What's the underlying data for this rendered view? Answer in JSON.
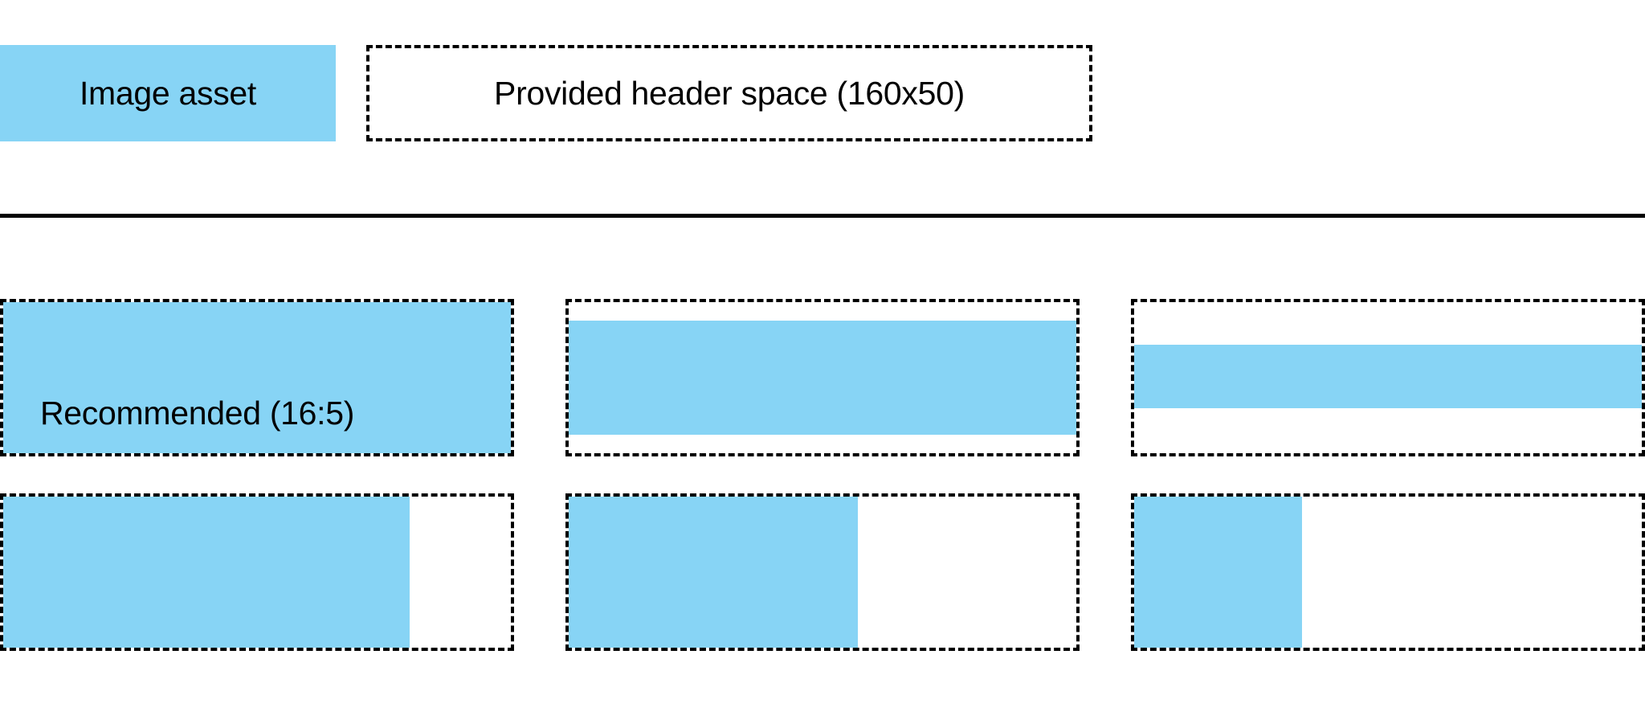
{
  "colors": {
    "asset_blue": "#87d4f5",
    "stroke_black": "#000000",
    "background": "#ffffff"
  },
  "header": {
    "asset_swatch_label": "Image asset",
    "provided_space_label": "Provided header space (160x50)",
    "provided_space_dimensions": "160x50"
  },
  "grid": {
    "rows": [
      {
        "cells": [
          {
            "caption": "Recommended (16:5)",
            "fit": "fit-full"
          },
          {
            "caption": "",
            "fit": "fit-letterbox-md"
          },
          {
            "caption": "",
            "fit": "fit-letterbox-sm"
          }
        ]
      },
      {
        "cells": [
          {
            "caption": "",
            "fit": "fit-pillar-80"
          },
          {
            "caption": "",
            "fit": "fit-pillar-57"
          },
          {
            "caption": "",
            "fit": "fit-pillar-33"
          }
        ]
      }
    ]
  }
}
